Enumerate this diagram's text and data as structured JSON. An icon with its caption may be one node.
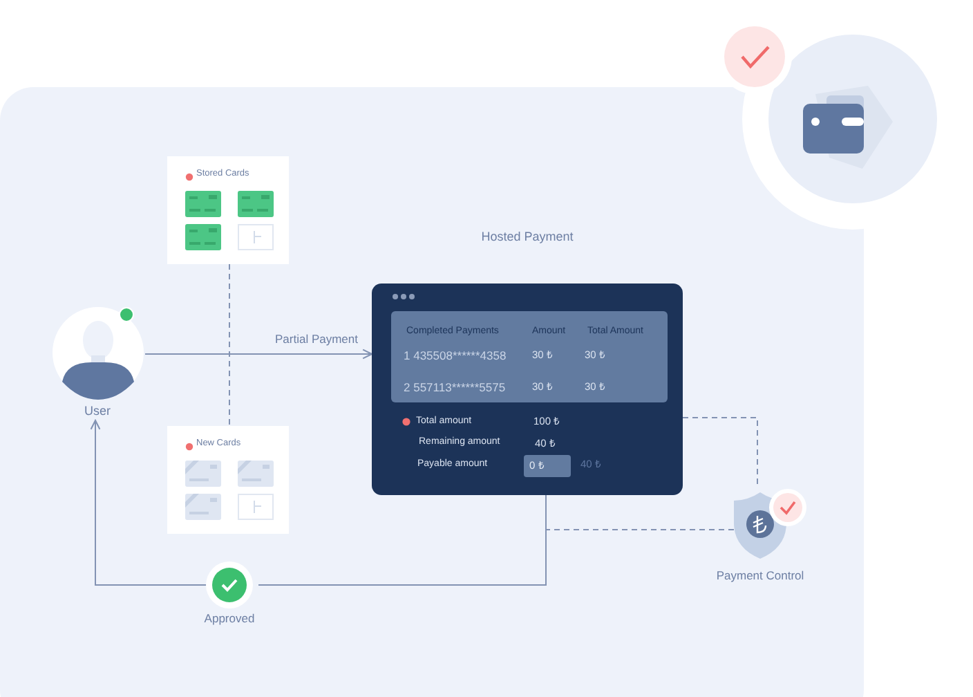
{
  "diagram": {
    "nodes": [
      {
        "text": [
          "Stored Cards"
        ]
      },
      {
        "text": [
          "New Cards"
        ]
      },
      {
        "text": [
          "User"
        ]
      },
      {
        "text": [
          "Hosted Payment"
        ]
      },
      {
        "text": [
          "Payment Control"
        ]
      },
      {
        "text": [
          "Approved"
        ]
      }
    ],
    "edges": [
      {
        "from": 0,
        "to": 1,
        "arrow": "none",
        "style": "dashed"
      },
      {
        "from": 2,
        "to": 3,
        "arrow": "to",
        "label": "Partial Payment"
      },
      {
        "from": 3,
        "to": 4,
        "arrow": "none",
        "style": "dashed"
      },
      {
        "from": 4,
        "to": 5,
        "arrow": "none",
        "style": "dashed"
      },
      {
        "from": 3,
        "to": 5,
        "arrow": "none"
      },
      {
        "from": 5,
        "to": 2,
        "arrow": "to"
      }
    ],
    "labels": [
      "Completed Payments",
      "Amount",
      "Total Amount",
      "1 435508******4358",
      "30 ₺",
      "30 ₺",
      "2 557113******5575",
      "30 ₺",
      "30 ₺",
      "Total amount",
      "100 ₺",
      "Remaining amount",
      "40 ₺",
      "Payable amount",
      "0 ₺",
      "40 ₺"
    ]
  }
}
